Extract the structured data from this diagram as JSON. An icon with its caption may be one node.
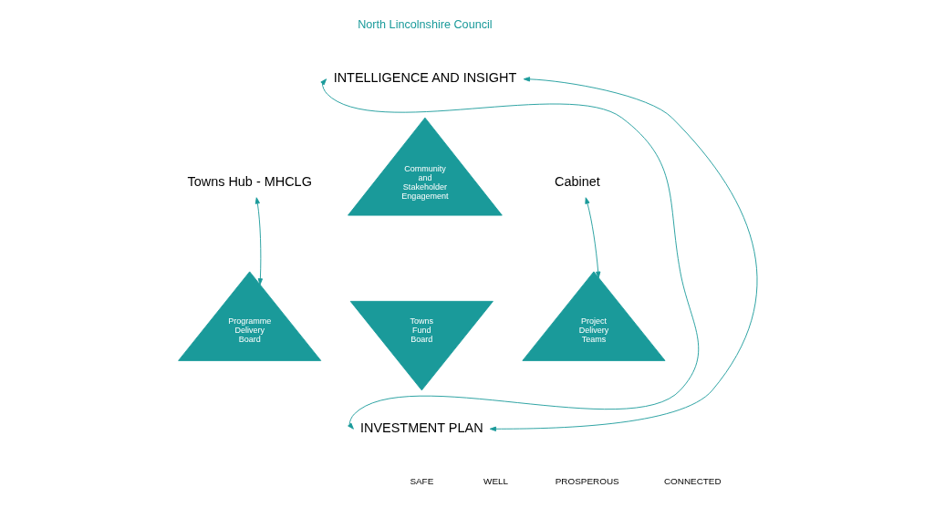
{
  "diagram": {
    "nodes": [
      {
        "text": [
          "INTELLIGENCE AND INSIGHT"
        ]
      },
      {
        "text": [
          "Towns Hub - MHCLG"
        ]
      },
      {
        "text": [
          "Cabinet"
        ]
      },
      {
        "text": [
          "Community and Stakeholder Engagement"
        ]
      },
      {
        "text": [
          "Programme Delivery Board"
        ]
      },
      {
        "text": [
          "Towns Fund Board"
        ]
      },
      {
        "text": [
          "Project Delivery Teams"
        ]
      },
      {
        "text": [
          "INVESTMENT PLAN"
        ]
      }
    ],
    "edges": [
      {
        "from": 1,
        "to": 4,
        "arrow": "both"
      },
      {
        "from": 2,
        "to": 6,
        "arrow": "both"
      },
      {
        "from": 0,
        "to": 7,
        "arrow": "both"
      },
      {
        "from": 0,
        "to": 7,
        "arrow": "both"
      }
    ],
    "labels": [
      "North Lincolnshire Council",
      "SAFE",
      "WELL",
      "PROSPEROUS",
      "CONNECTED"
    ]
  }
}
